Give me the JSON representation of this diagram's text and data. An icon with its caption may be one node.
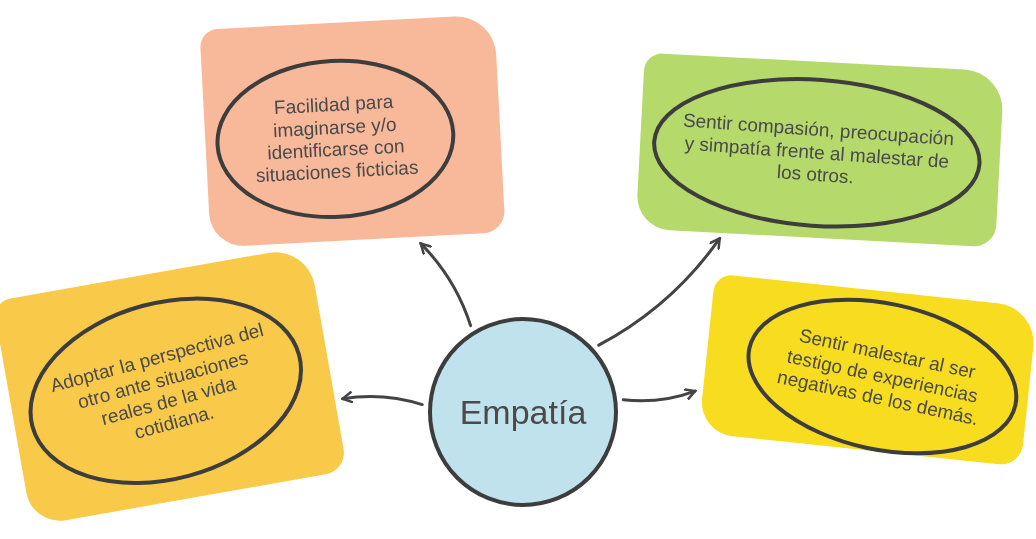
{
  "diagram": {
    "nodes": [
      {
        "text": [
          "Facilidad para imaginarse y/o identificarse con situaciones ficticias"
        ]
      },
      {
        "text": [
          "Sentir compasión, preocupación y simpatía frente al malestar de los otros."
        ]
      },
      {
        "text": [
          "Adoptar la perspectiva del otro ante situaciones reales de la vida cotidiana."
        ]
      },
      {
        "text": [
          "Empatía"
        ]
      },
      {
        "text": [
          "Sentir malestar al ser testigo de experiencias negativas de los demás."
        ]
      }
    ],
    "edges": [
      {
        "from": 3,
        "to": 0,
        "arrow": "to"
      },
      {
        "from": 3,
        "to": 1,
        "arrow": "to"
      },
      {
        "from": 3,
        "to": 2,
        "arrow": "to"
      },
      {
        "from": 3,
        "to": 4,
        "arrow": "to"
      }
    ]
  }
}
